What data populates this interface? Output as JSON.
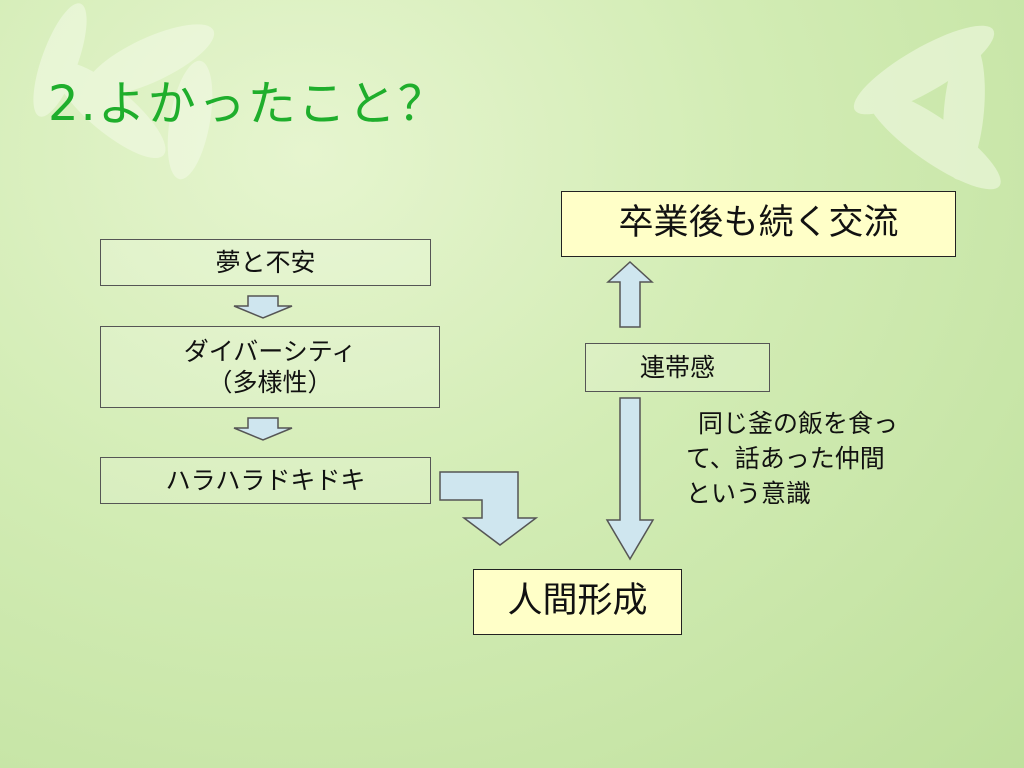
{
  "slide": {
    "title": "2.よかったこと？"
  },
  "diagram": {
    "nodes": {
      "dream_anxiety": "夢と不安",
      "diversity_line1": "ダイバーシティ",
      "diversity_line2": "（多様性）",
      "excitement": "ハラハラドキドキ",
      "personal_growth": "人間形成",
      "solidarity": "連帯感",
      "continued_exchange": "卒業後も続く交流"
    },
    "note_lines": [
      "同じ釜の飯を食っ",
      "て、話あった仲間",
      "という意識"
    ]
  },
  "colors": {
    "title": "#1fae2c",
    "arrow_fill": "#cfe6ef",
    "arrow_stroke": "#555555",
    "highlight_box": "#ffffc8"
  }
}
